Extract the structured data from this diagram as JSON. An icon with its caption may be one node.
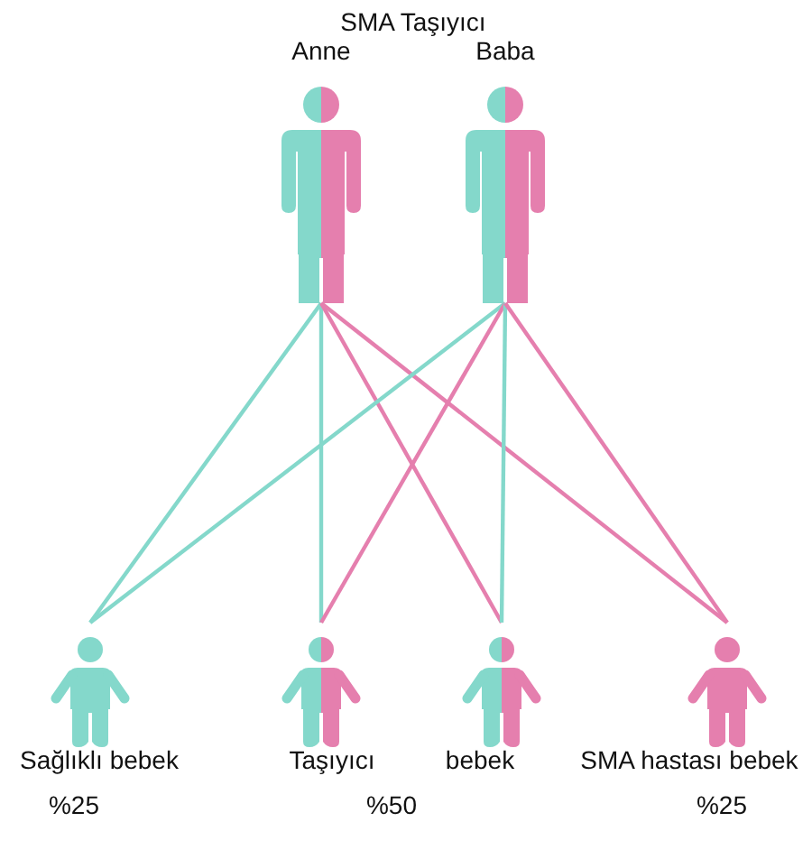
{
  "diagram": {
    "title": "SMA Taşıyıcı",
    "nodes": [
      {
        "text": [
          "Anne"
        ]
      },
      {
        "text": [
          "Baba"
        ]
      },
      {
        "text": [
          "Sağlıklı bebek",
          "%25"
        ]
      },
      {
        "text": [
          "Taşıyıcı"
        ]
      },
      {
        "text": [
          "bebek"
        ]
      },
      {
        "text": [
          "SMA hastası bebek",
          "%25"
        ]
      }
    ],
    "edges": [
      {
        "from": 0,
        "to": 2,
        "arrow": "none"
      },
      {
        "from": 0,
        "to": 3,
        "arrow": "none"
      },
      {
        "from": 0,
        "to": 4,
        "arrow": "none",
        "color": "#e57fae"
      },
      {
        "from": 0,
        "to": 5,
        "arrow": "none",
        "color": "#e57fae"
      },
      {
        "from": 1,
        "to": 2,
        "arrow": "none"
      },
      {
        "from": 1,
        "to": 3,
        "arrow": "none",
        "color": "#e57fae"
      },
      {
        "from": 1,
        "to": 4,
        "arrow": "none"
      },
      {
        "from": 1,
        "to": 5,
        "arrow": "none",
        "color": "#e57fae"
      }
    ],
    "labels": [
      "%50"
    ]
  }
}
